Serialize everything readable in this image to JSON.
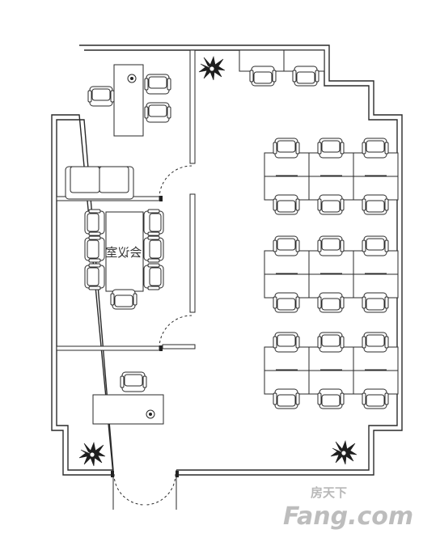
{
  "floor_plan": {
    "rooms": {
      "meeting_room": {
        "label": "会议室",
        "label_mirrored": true
      }
    },
    "workstations": {
      "clusters": 3,
      "desks_per_row": 3,
      "rows_per_cluster": 2
    }
  },
  "watermark": {
    "chinese": "房天下",
    "english": "Fang.com"
  },
  "colors": {
    "line": "#2a2a2a",
    "background": "#ffffff",
    "watermark": "#bdbdbd"
  }
}
